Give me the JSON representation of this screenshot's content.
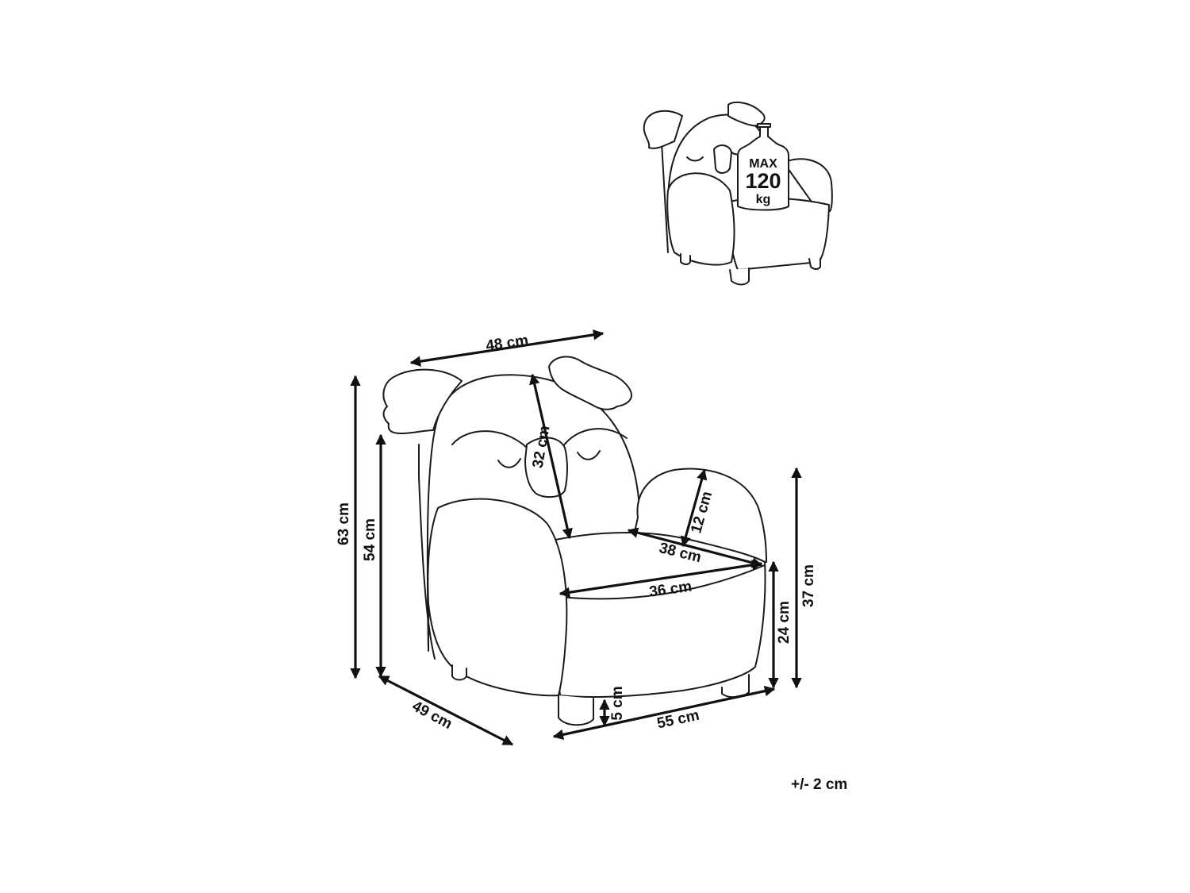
{
  "max_load": {
    "line1": "MAX",
    "line2": "120",
    "line3": "kg"
  },
  "dimensions": {
    "width_top": "48 cm",
    "height_total": "63 cm",
    "height_back": "54 cm",
    "backrest_height": "32 cm",
    "armrest_height": "12 cm",
    "seat_depth": "38 cm",
    "seat_width": "36 cm",
    "arm_height": "37 cm",
    "seat_height": "24 cm",
    "leg_height": "5 cm",
    "depth": "49 cm",
    "width": "55 cm"
  },
  "tolerance": "+/- 2 cm"
}
